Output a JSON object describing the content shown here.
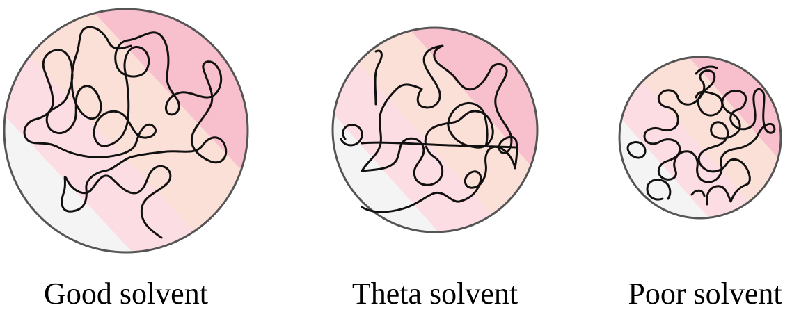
{
  "panels": [
    {
      "label": "Good solvent"
    },
    {
      "label": "Theta solvent"
    },
    {
      "label": "Poor solvent"
    }
  ],
  "colors": {
    "band_light_gray": "#f4f4f4",
    "band_light_pink": "#fcdde4",
    "band_peach": "#fbe0d8",
    "band_deep_pink": "#f8c0cd",
    "outline": "#555555",
    "chain": "#111111"
  }
}
